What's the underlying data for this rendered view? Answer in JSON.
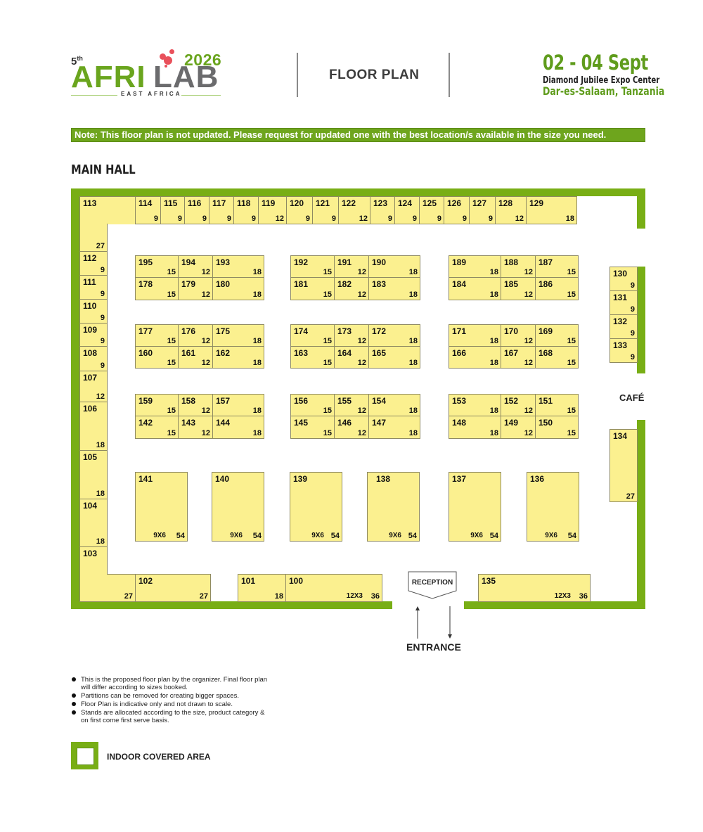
{
  "header": {
    "edition": "5",
    "edition_suffix": "th",
    "logo_part1": "AFRI",
    "logo_part2": "LAB",
    "year": "2026",
    "subtitle": "EAST AFRICA",
    "title": "FLOOR PLAN",
    "dates": "02 - 04 Sept",
    "venue": "Diamond Jubilee Expo Center",
    "city": "Dar-es-Salaam, Tanzania"
  },
  "note": "Note: This floor plan is not updated. Please request for updated one with the best location/s available in the size you need.",
  "hall_title": "MAIN HALL",
  "colors": {
    "brand_green": "#6ea51d",
    "wall_green": "#78ae15",
    "booth_yellow": "#fbf08f",
    "logo_dots": "#e9505b",
    "logo_gray": "#6b6b6d"
  },
  "labels": {
    "cafe": "CAFÉ",
    "reception": "RECEPTION",
    "entrance": "ENTRANCE"
  },
  "booths": [
    {
      "id": "113",
      "size": "27"
    },
    {
      "id": "114",
      "size": "9"
    },
    {
      "id": "115",
      "size": "9"
    },
    {
      "id": "116",
      "size": "9"
    },
    {
      "id": "117",
      "size": "9"
    },
    {
      "id": "118",
      "size": "9"
    },
    {
      "id": "119",
      "size": "12"
    },
    {
      "id": "120",
      "size": "9"
    },
    {
      "id": "121",
      "size": "9"
    },
    {
      "id": "122",
      "size": "12"
    },
    {
      "id": "123",
      "size": "9"
    },
    {
      "id": "124",
      "size": "9"
    },
    {
      "id": "125",
      "size": "9"
    },
    {
      "id": "126",
      "size": "9"
    },
    {
      "id": "127",
      "size": "9"
    },
    {
      "id": "128",
      "size": "12"
    },
    {
      "id": "129",
      "size": "18"
    },
    {
      "id": "112",
      "size": "9"
    },
    {
      "id": "111",
      "size": "9"
    },
    {
      "id": "110",
      "size": "9"
    },
    {
      "id": "109",
      "size": "9"
    },
    {
      "id": "108",
      "size": "9"
    },
    {
      "id": "107",
      "size": "12"
    },
    {
      "id": "106",
      "size": "18"
    },
    {
      "id": "105",
      "size": "18"
    },
    {
      "id": "104",
      "size": "18"
    },
    {
      "id": "103",
      "size": "27"
    },
    {
      "id": "102",
      "size": "27"
    },
    {
      "id": "101",
      "size": "18"
    },
    {
      "id": "100",
      "size": "36",
      "dim": "12X3"
    },
    {
      "id": "135",
      "size": "36",
      "dim": "12X3"
    },
    {
      "id": "130",
      "size": "9"
    },
    {
      "id": "131",
      "size": "9"
    },
    {
      "id": "132",
      "size": "9"
    },
    {
      "id": "133",
      "size": "9"
    },
    {
      "id": "134",
      "size": "27"
    },
    {
      "id": "195",
      "size": "15"
    },
    {
      "id": "194",
      "size": "12"
    },
    {
      "id": "193",
      "size": "18"
    },
    {
      "id": "178",
      "size": "15"
    },
    {
      "id": "179",
      "size": "12"
    },
    {
      "id": "180",
      "size": "18"
    },
    {
      "id": "192",
      "size": "15"
    },
    {
      "id": "191",
      "size": "12"
    },
    {
      "id": "190",
      "size": "18"
    },
    {
      "id": "181",
      "size": "15"
    },
    {
      "id": "182",
      "size": "12"
    },
    {
      "id": "183",
      "size": "18"
    },
    {
      "id": "189",
      "size": "18"
    },
    {
      "id": "188",
      "size": "12"
    },
    {
      "id": "187",
      "size": "15"
    },
    {
      "id": "184",
      "size": "18"
    },
    {
      "id": "185",
      "size": "12"
    },
    {
      "id": "186",
      "size": "15"
    },
    {
      "id": "177",
      "size": "15"
    },
    {
      "id": "176",
      "size": "12"
    },
    {
      "id": "175",
      "size": "18"
    },
    {
      "id": "160",
      "size": "15"
    },
    {
      "id": "161",
      "size": "12"
    },
    {
      "id": "162",
      "size": "18"
    },
    {
      "id": "174",
      "size": "15"
    },
    {
      "id": "173",
      "size": "12"
    },
    {
      "id": "172",
      "size": "18"
    },
    {
      "id": "163",
      "size": "15"
    },
    {
      "id": "164",
      "size": "12"
    },
    {
      "id": "165",
      "size": "18"
    },
    {
      "id": "171",
      "size": "18"
    },
    {
      "id": "170",
      "size": "12"
    },
    {
      "id": "169",
      "size": "15"
    },
    {
      "id": "166",
      "size": "18"
    },
    {
      "id": "167",
      "size": "12"
    },
    {
      "id": "168",
      "size": "15"
    },
    {
      "id": "159",
      "size": "15"
    },
    {
      "id": "158",
      "size": "12"
    },
    {
      "id": "157",
      "size": "18"
    },
    {
      "id": "142",
      "size": "15"
    },
    {
      "id": "143",
      "size": "12"
    },
    {
      "id": "144",
      "size": "18"
    },
    {
      "id": "156",
      "size": "15"
    },
    {
      "id": "155",
      "size": "12"
    },
    {
      "id": "154",
      "size": "18"
    },
    {
      "id": "145",
      "size": "15"
    },
    {
      "id": "146",
      "size": "12"
    },
    {
      "id": "147",
      "size": "18"
    },
    {
      "id": "153",
      "size": "18"
    },
    {
      "id": "152",
      "size": "12"
    },
    {
      "id": "151",
      "size": "15"
    },
    {
      "id": "148",
      "size": "18"
    },
    {
      "id": "149",
      "size": "12"
    },
    {
      "id": "150",
      "size": "15"
    },
    {
      "id": "141",
      "size": "54",
      "dim": "9X6"
    },
    {
      "id": "140",
      "size": "54",
      "dim": "9X6"
    },
    {
      "id": "139",
      "size": "54",
      "dim": "9X6"
    },
    {
      "id": "138",
      "size": "54",
      "dim": "9X6"
    },
    {
      "id": "137",
      "size": "54",
      "dim": "9X6"
    },
    {
      "id": "136",
      "size": "54",
      "dim": "9X6"
    }
  ],
  "footnotes": [
    "This is the proposed floor plan by the organizer. Final floor plan will differ according to sizes booked.",
    "Partitions can be removed for creating bigger spaces.",
    "Floor Plan is indicative only and not drawn to scale.",
    "Stands are allocated according to the size, product category & on first come first serve basis."
  ],
  "legend": {
    "label": "INDOOR COVERED AREA"
  }
}
